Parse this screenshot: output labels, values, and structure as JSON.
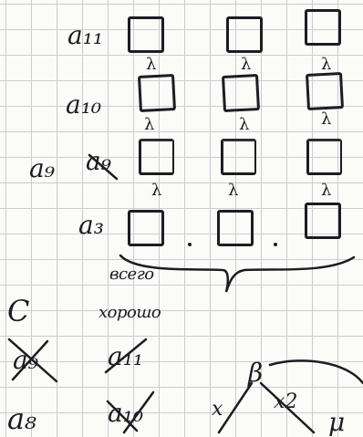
{
  "row_labels": {
    "a11": "a₁₁",
    "a10": "a₁₀",
    "a9": "a₉",
    "a9_crossed": "a₉",
    "a3": "a₃"
  },
  "lambda": "λ",
  "words": {
    "vsego": "всего",
    "khorosho": "хорошо"
  },
  "left_notes": {
    "c": "C",
    "a9": "a₉",
    "a8": "a₈"
  },
  "crossed_notes": {
    "a11": "a₁₁",
    "a10": "a₁₀"
  },
  "bottom_right": {
    "b": "β",
    "x": "x",
    "x2": "x2",
    "mu": "μ"
  }
}
